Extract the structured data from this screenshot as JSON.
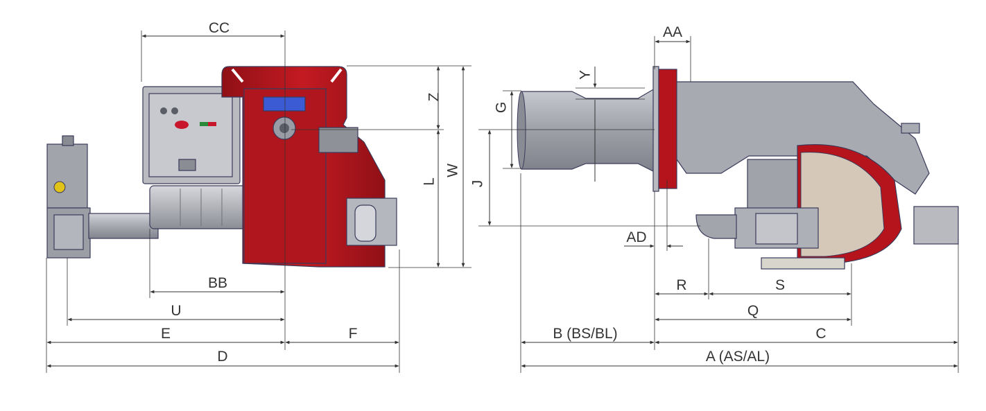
{
  "colors": {
    "burner_red": "#b5141c",
    "burner_red_dark": "#8a0e14",
    "metal_grey": "#a9abb3",
    "metal_light": "#c8cad0",
    "metal_dark": "#7d7f88",
    "outline": "#3a3a5a",
    "dimension": "#333333"
  },
  "front_view": {
    "labels": {
      "cc": "CC",
      "z": "Z",
      "l": "L",
      "w": "W",
      "bb": "BB",
      "u": "U",
      "e": "E",
      "f": "F",
      "d": "D"
    }
  },
  "side_view": {
    "labels": {
      "aa": "AA",
      "y": "Y",
      "g": "G",
      "j": "J",
      "ad": "AD",
      "r": "R",
      "s": "S",
      "q": "Q",
      "b": "B (BS/BL)",
      "c": "C",
      "a": "A (AS/AL)"
    }
  }
}
